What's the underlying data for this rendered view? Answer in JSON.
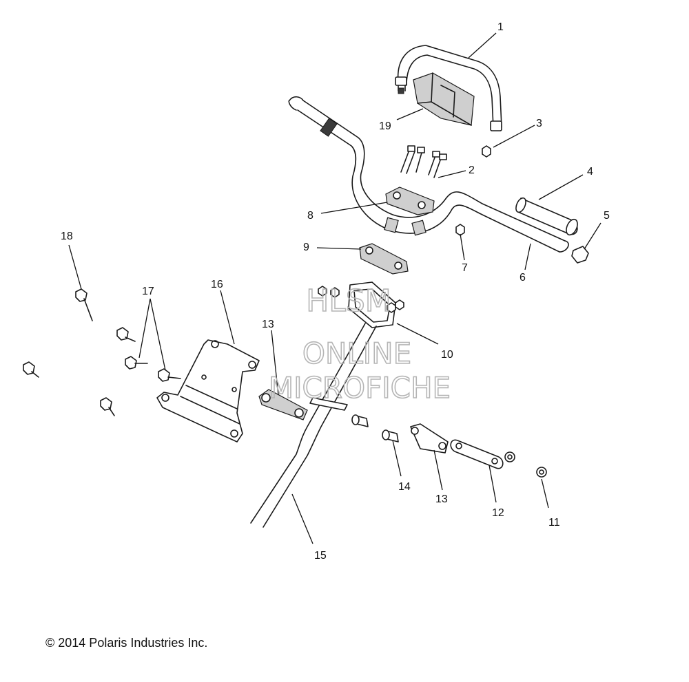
{
  "callouts": {
    "c1": "1",
    "c2": "2",
    "c3": "3",
    "c4": "4",
    "c5": "5",
    "c6": "6",
    "c7": "7",
    "c8": "8",
    "c9": "9",
    "c10": "10",
    "c11": "11",
    "c12": "12",
    "c13a": "13",
    "c13b": "13",
    "c14": "14",
    "c15": "15",
    "c16": "16",
    "c17": "17",
    "c18": "18",
    "c19": "19"
  },
  "watermark": {
    "line1": "HLSM",
    "line2": "ONLINE",
    "line3": "MICROFICHE"
  },
  "copyright": "© 2014 Polaris Industries Inc."
}
